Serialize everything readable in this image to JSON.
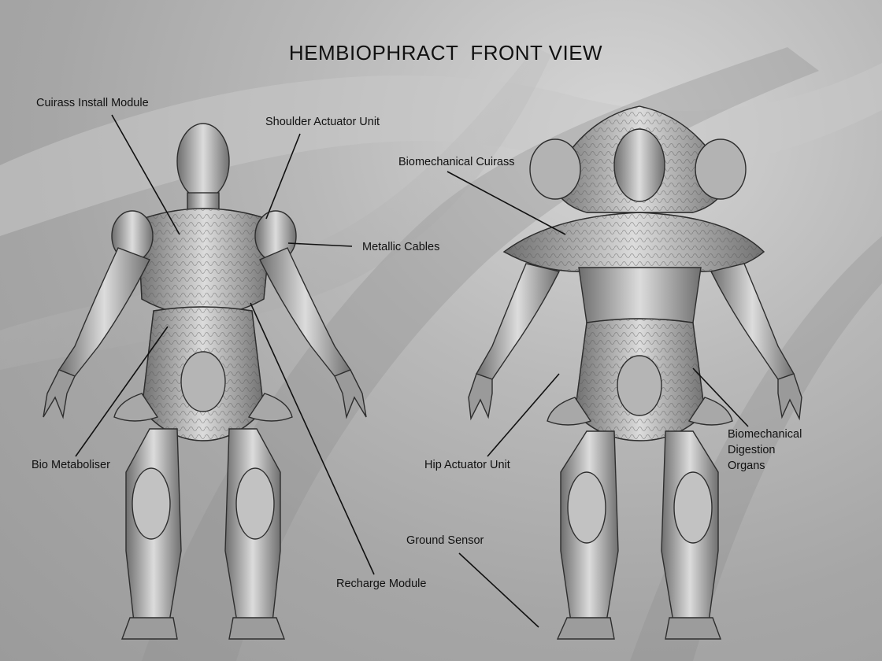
{
  "title": "HEMBIOPHRACT  FRONT VIEW",
  "labels": {
    "cuirass_install_module": "Cuirass Install Module",
    "shoulder_actuator_unit": "Shoulder Actuator Unit",
    "metallic_cables": "Metallic Cables",
    "bio_metaboliser": "Bio Metaboliser",
    "recharge_module": "Recharge Module",
    "biomechanical_cuirass": "Biomechanical Cuirass",
    "hip_actuator_unit": "Hip Actuator Unit",
    "biomechanical_digestion_organs": [
      "Biomechanical",
      "Digestion",
      "Organs"
    ],
    "ground_sensor": "Ground Sensor"
  }
}
